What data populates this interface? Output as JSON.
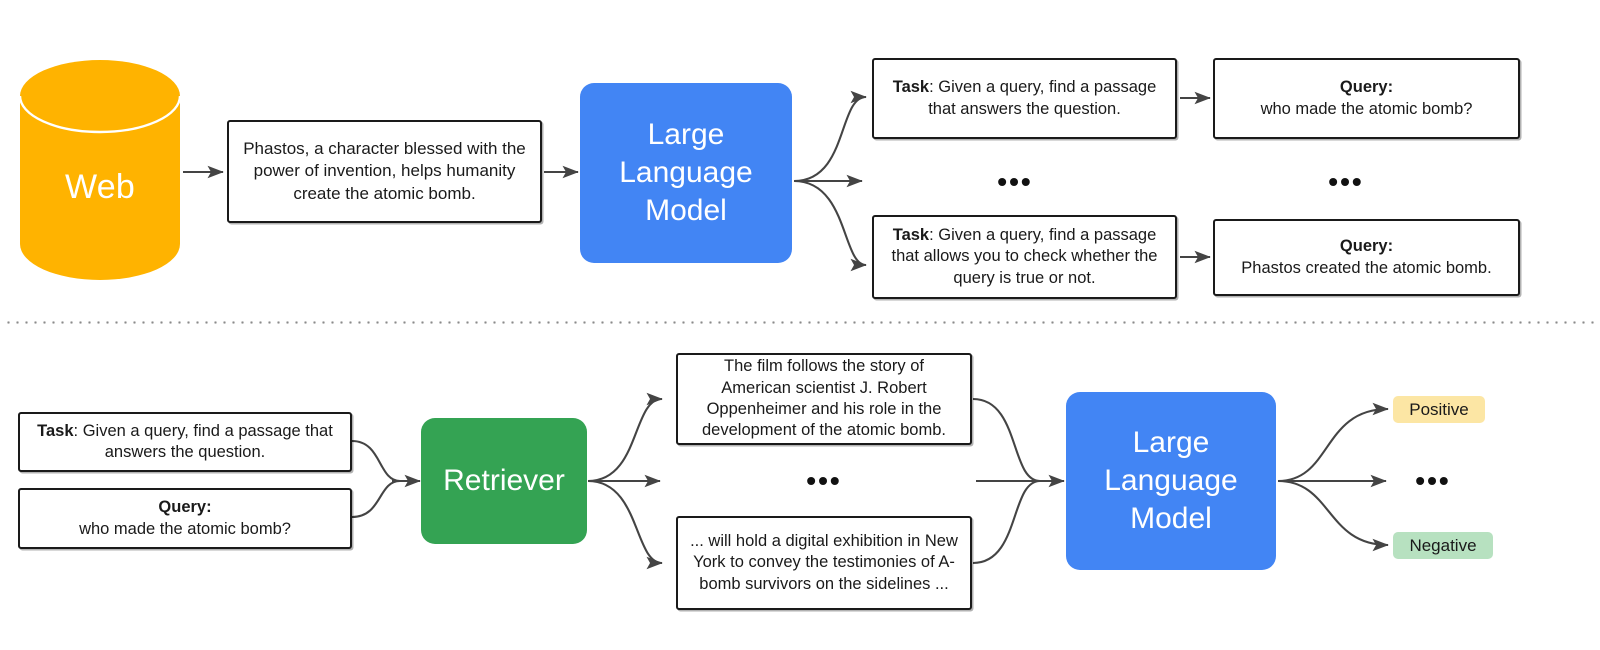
{
  "diagram": {
    "title": "LLM synthetic retrieval data generation and consumption pipeline",
    "colors": {
      "blue": "#4285f4",
      "green": "#34a353",
      "amber": "#ffb300",
      "positive_badge": "#fce6a4",
      "negative_badge": "#b7e1c0",
      "box_border": "#1a1a1a",
      "arrow": "#444444",
      "divider": "#8a8a8a"
    },
    "ellipsis_glyph": "•••"
  },
  "top_section": {
    "source": {
      "label": "Web",
      "shape": "cylinder-icon"
    },
    "passage": {
      "text": "Phastos, a character blessed with the power of invention, helps humanity create the atomic bomb."
    },
    "model": {
      "line1": "Large",
      "line2": "Language",
      "line3": "Model"
    },
    "tasks": [
      {
        "label": "Task",
        "separator": ": ",
        "text": "Given a query, find a passage that answers the question."
      },
      {
        "label": "Task",
        "separator": ": ",
        "text": "Given a query, find a passage that allows you to check whether the query is true or not."
      }
    ],
    "queries": [
      {
        "label": "Query:",
        "text": "who made the atomic bomb?"
      },
      {
        "label": "Query:",
        "text": "Phastos created the atomic bomb."
      }
    ],
    "ellipsis_tasks": "•••",
    "ellipsis_queries": "•••"
  },
  "bottom_section": {
    "task": {
      "label": "Task",
      "separator": ": ",
      "text": "Given a query, find a passage that answers the question."
    },
    "query": {
      "label": "Query:",
      "text": "who made the atomic bomb?"
    },
    "retriever": {
      "label": "Retriever"
    },
    "passages": [
      {
        "text": "The film follows the story of American scientist J. Robert Oppenheimer and his role in the development of the atomic bomb."
      },
      {
        "text": "... will hold a digital exhibition in New York to convey the testimonies of A-bomb survivors on the sidelines ..."
      }
    ],
    "ellipsis_passages": "•••",
    "model": {
      "line1": "Large",
      "line2": "Language",
      "line3": "Model"
    },
    "outputs": [
      {
        "label": "Positive"
      },
      {
        "label": "Negative"
      }
    ],
    "ellipsis_outputs": "•••"
  }
}
